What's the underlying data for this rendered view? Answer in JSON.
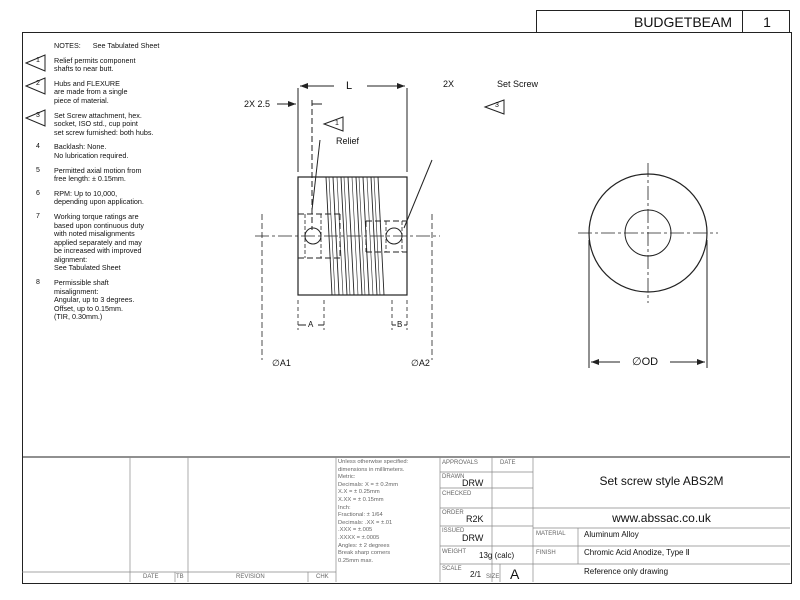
{
  "header": {
    "product": "BUDGETBEAM",
    "sheet": "1"
  },
  "notes": {
    "title": "NOTES:",
    "subtitle": "See Tabulated Sheet",
    "items": [
      {
        "num": "1",
        "flag": true,
        "lines": [
          "Relief permits component",
          "shafts to near butt."
        ]
      },
      {
        "num": "2",
        "flag": true,
        "lines": [
          "Hubs and  FLEXURE",
          "are made from a single",
          "piece of material."
        ]
      },
      {
        "num": "3",
        "flag": true,
        "lines": [
          "Set Screw attachment, hex.",
          "socket, ISO std., cup point",
          "set screw furnished: both hubs."
        ]
      },
      {
        "num": "4",
        "flag": false,
        "lines": [
          "Backlash: None.",
          "No lubrication required."
        ]
      },
      {
        "num": "5",
        "flag": false,
        "lines": [
          "Permitted axial motion from",
          "free length: ± 0.15mm."
        ]
      },
      {
        "num": "6",
        "flag": false,
        "lines": [
          "RPM: Up to 10,000,",
          "depending upon application."
        ]
      },
      {
        "num": "7",
        "flag": false,
        "lines": [
          "Working torque ratings are",
          "based upon continuous duty",
          "with noted misalignments",
          "applied separately and may",
          "be increased with improved",
          "alignment:",
          "See Tabulated Sheet"
        ]
      },
      {
        "num": "8",
        "flag": false,
        "lines": [
          "Permissible shaft",
          "misalignment:",
          "Angular, up to 3 degrees.",
          "Offset, up to 0.15mm.",
          "(TIR, 0.30mm.)"
        ]
      }
    ]
  },
  "drawing": {
    "dim_L": "L",
    "dim_2x": "2X",
    "set_screw": "Set Screw",
    "set_screw_flag": "3",
    "dim_2x25": "2X 2.5",
    "relief_flag": "1",
    "relief": "Relief",
    "dim_A": "A",
    "dim_B": "B",
    "dim_A1": "∅A1",
    "dim_A2": "∅A2",
    "dim_OD": "∅OD"
  },
  "title_block": {
    "tolerance_lines": [
      "Unless otherwise specified:",
      "dimensions in millimeters.",
      "Metric:",
      "Decimals: X = ± 0.2mm",
      "X.X = ± 0.25mm",
      "X.XX = ± 0.15mm",
      "Inch:",
      "Fractional: ± 1/64",
      "Decimals: .XX = ±.01",
      ".XXX = ±.005",
      ".XXXX = ±.0005",
      "Angles: ± 2 degrees",
      "Break sharp corners",
      "0.25mm max."
    ],
    "approvals_label": "APPROVALS",
    "date_label": "DATE",
    "drawn_label": "DRAWN",
    "drawn_value": "DRW",
    "checked_label": "CHECKED",
    "order_label": "ORDER",
    "order_value": "R2K",
    "issued_label": "ISSUED",
    "issued_value": "DRW",
    "weight_label": "WEIGHT",
    "weight_value": "13g (calc)",
    "scale_label": "SCALE",
    "scale_value": "2/1",
    "size_label": "SIZE",
    "size_value": "A",
    "title": "Set screw style ABS2M",
    "website": "www.abssac.co.uk",
    "material_label": "MATERIAL",
    "material_value": "Aluminum Alloy",
    "finish_label": "FINISH",
    "finish_value": "Chromic Acid Anodize, Type Ⅱ",
    "reference": "Reference only drawing",
    "rev_headers": {
      "date": "DATE",
      "tb": "TB",
      "revision": "REVISION",
      "chk": "CHK"
    }
  }
}
